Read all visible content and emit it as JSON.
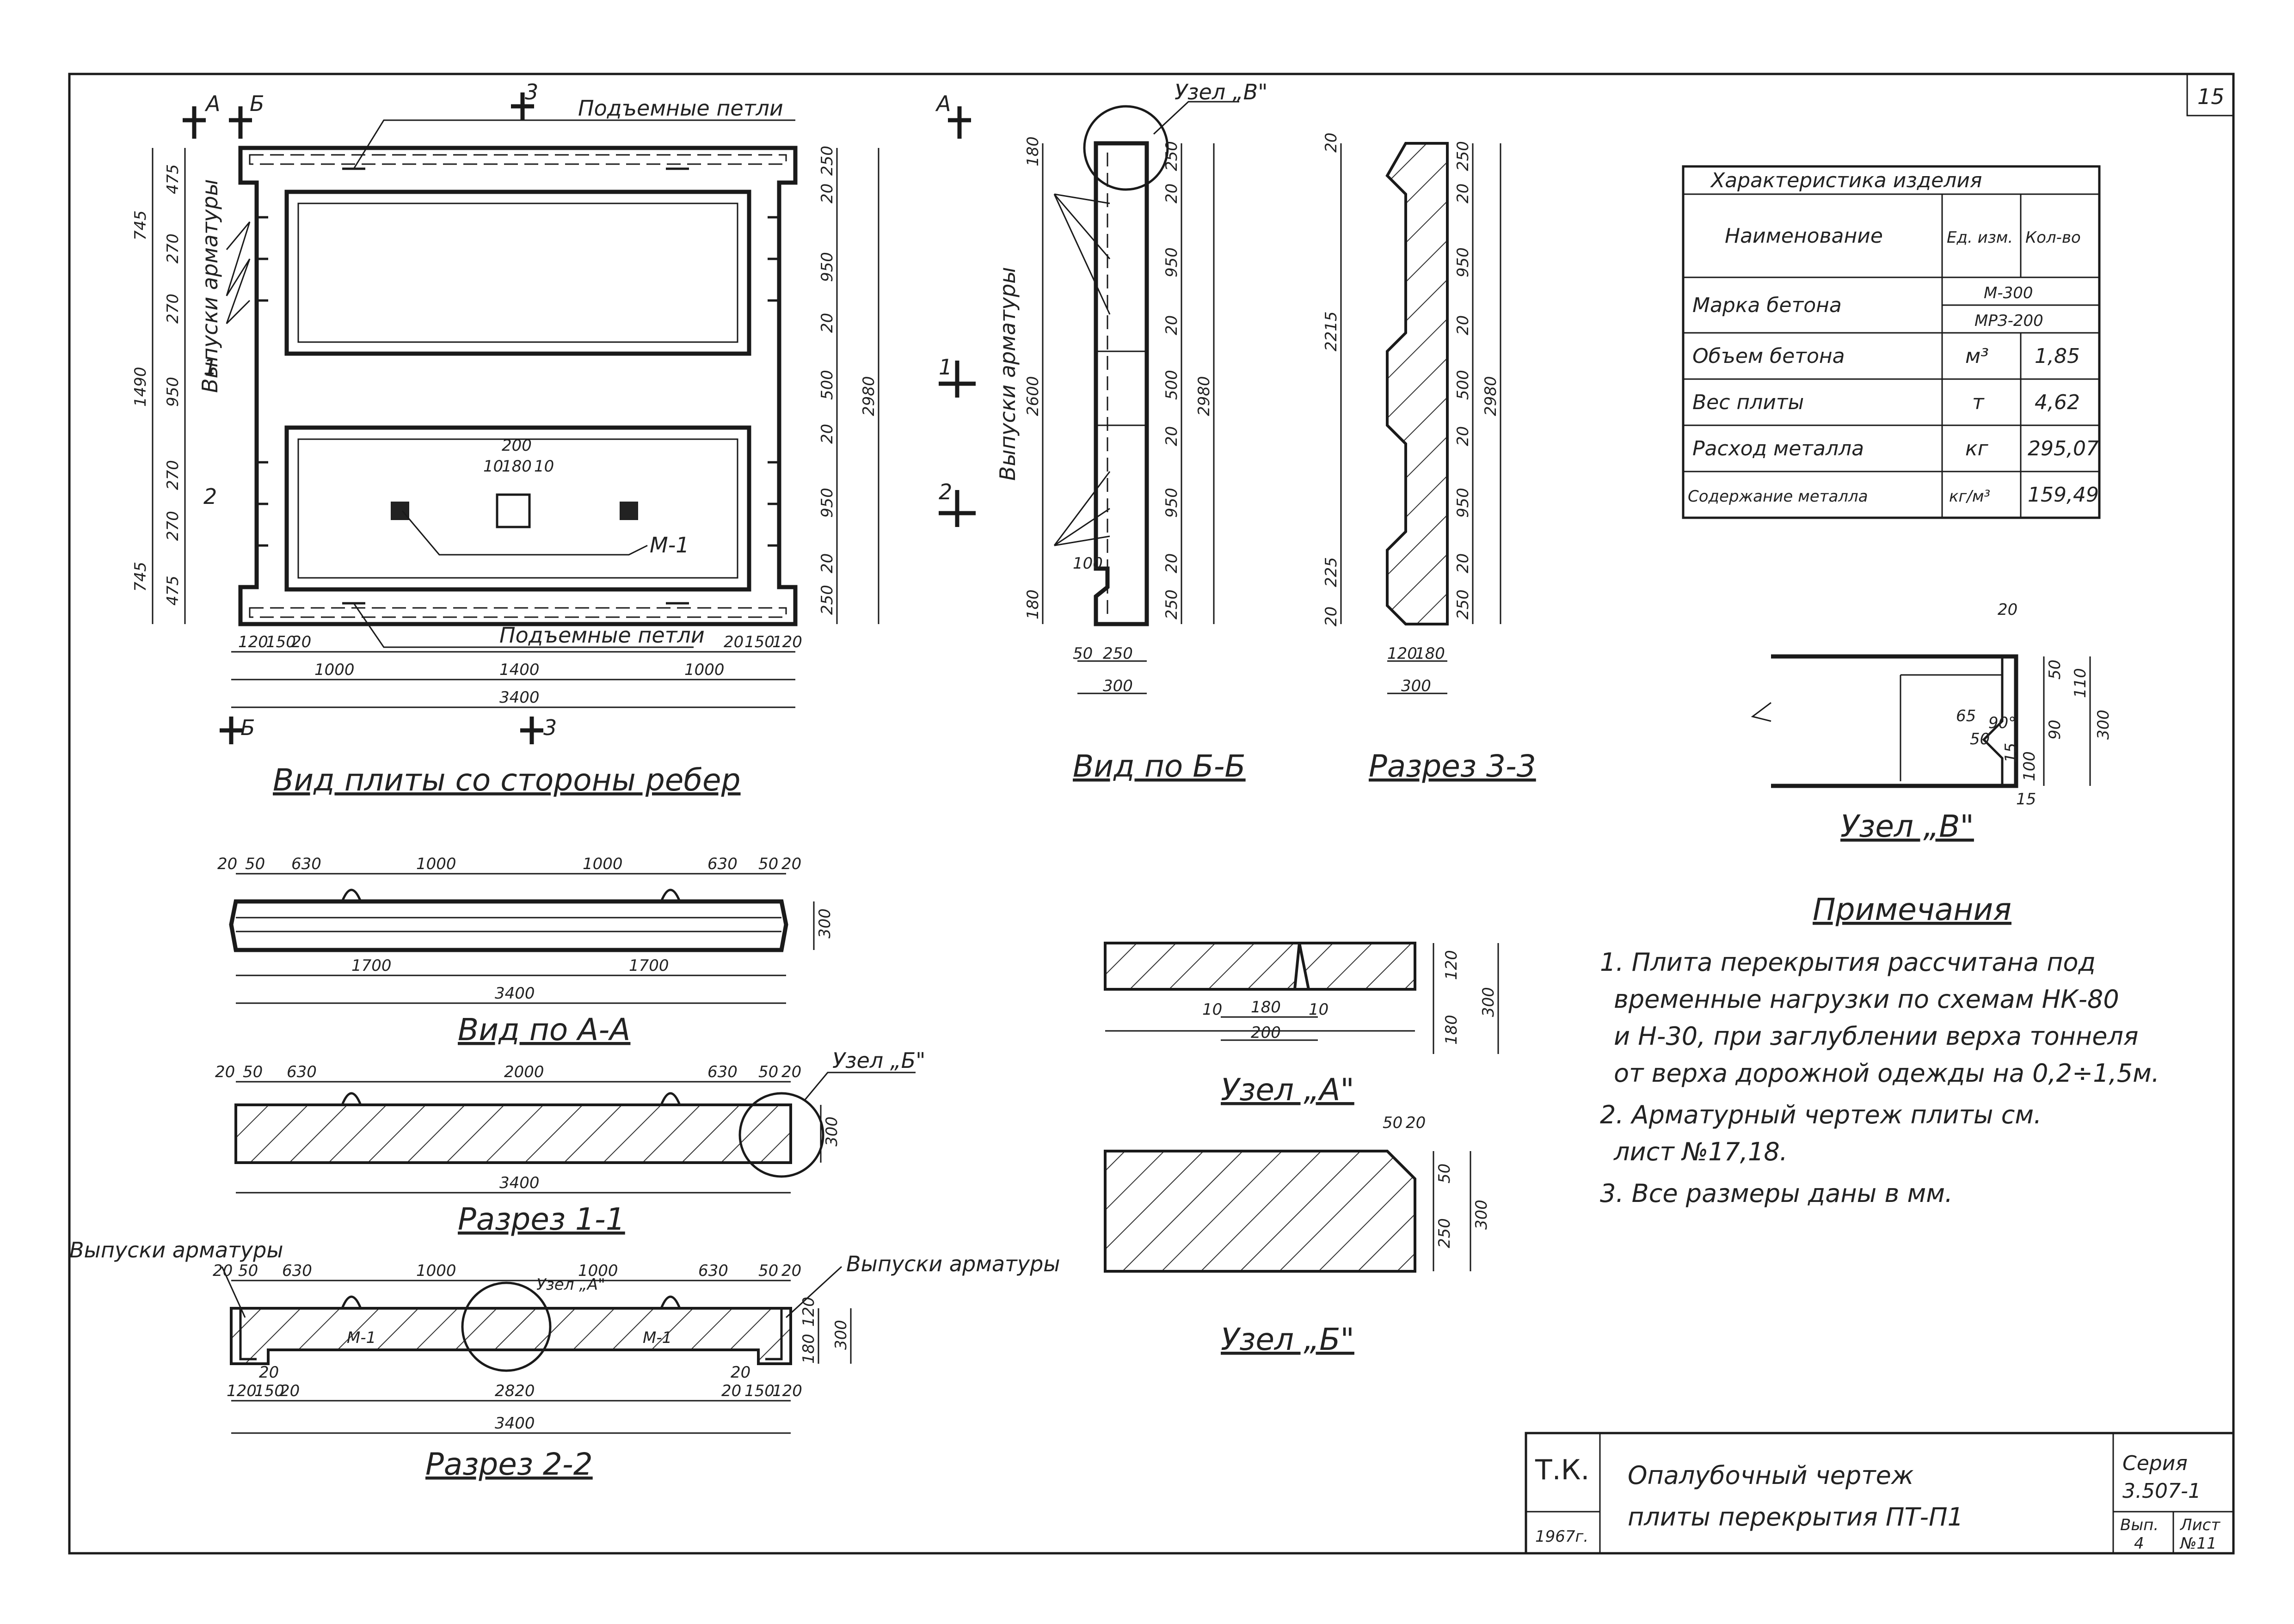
{
  "sheet_number": "15",
  "views": {
    "main_view": {
      "title": "Вид плиты со стороны ребер",
      "lifting_loops_top": "Подъемные петли",
      "lifting_loops_bottom": "Подъемные петли",
      "rebar_outlets": "Выпуски арматуры",
      "embedded_part": "М-1",
      "section_marks": [
        "А",
        "Б",
        "3",
        "1",
        "2",
        "Б",
        "3"
      ],
      "dims_left": [
        "745",
        "1490",
        "745",
        "475",
        "270",
        "270",
        "950",
        "270",
        "270",
        "475"
      ],
      "dims_right": [
        "250",
        "20",
        "950",
        "20",
        "500",
        "20",
        "950",
        "20",
        "250",
        "2980"
      ],
      "dims_bottom": [
        "120",
        "150",
        "20",
        "20",
        "150",
        "120",
        "1000",
        "1400",
        "1000",
        "3400"
      ],
      "dims_embedded": [
        "200",
        "10",
        "180",
        "10"
      ]
    },
    "view_b": {
      "title": "Вид по Б-Б",
      "node_ref": "Узел „В\"",
      "rebar_outlets": "Выпуски арматуры",
      "dims": [
        "180",
        "2600",
        "100",
        "180",
        "250",
        "20",
        "950",
        "20",
        "500",
        "20",
        "950",
        "20",
        "250",
        "2980",
        "50",
        "250",
        "300"
      ]
    },
    "section_3": {
      "title": "Разрез 3-3",
      "dims": [
        "20",
        "2215",
        "225",
        "20",
        "250",
        "20",
        "950",
        "20",
        "500",
        "20",
        "950",
        "20",
        "250",
        "2980",
        "120",
        "180",
        "300"
      ]
    },
    "view_a": {
      "title": "Вид по А-А",
      "dims_top": [
        "20",
        "50",
        "630",
        "1000",
        "1000",
        "630",
        "50",
        "20"
      ],
      "dims_bottom": [
        "1700",
        "1700",
        "3400"
      ],
      "height": "300"
    },
    "section_1": {
      "title": "Разрез 1-1",
      "node_ref": "Узел „Б\"",
      "dims_top": [
        "20",
        "50",
        "630",
        "2000",
        "630",
        "50",
        "20"
      ],
      "length": "3400",
      "height": "300"
    },
    "section_2": {
      "title": "Разрез 2-2",
      "rebar_left": "Выпуски арматуры",
      "rebar_right": "Выпуски арматуры",
      "node_ref": "Узел „А\"",
      "embedded_left": "М-1",
      "embedded_right": "М-1",
      "dims_top": [
        "20",
        "50",
        "630",
        "1000",
        "1000",
        "630",
        "50",
        "20"
      ],
      "dims_bottom": [
        "120",
        "150",
        "20",
        "20",
        "2820",
        "20",
        "20",
        "150",
        "120",
        "3400"
      ],
      "dims_right": [
        "180",
        "120",
        "300"
      ]
    },
    "node_a": {
      "title": "Узел „А\"",
      "dims": [
        "10",
        "180",
        "10",
        "200",
        "120",
        "180",
        "300"
      ]
    },
    "node_b": {
      "title": "Узел „Б\"",
      "dims": [
        "50",
        "20",
        "50",
        "250",
        "300"
      ]
    },
    "node_v": {
      "title": "Узел „В\"",
      "dims": [
        "20",
        "50",
        "110",
        "300",
        "65",
        "90°",
        "50",
        "15",
        "100",
        "90",
        "15"
      ]
    }
  },
  "characteristics_table": {
    "caption": "Характеристика изделия",
    "headers": [
      "Наименование",
      "Ед. изм.",
      "Кол-во"
    ],
    "rows": [
      {
        "name": "Марка бетона",
        "unit": "",
        "value": "М-300",
        "value2": "МРЗ-200"
      },
      {
        "name": "Объем бетона",
        "unit": "м³",
        "value": "1,85"
      },
      {
        "name": "Вес плиты",
        "unit": "т",
        "value": "4,62"
      },
      {
        "name": "Расход металла",
        "unit": "кг",
        "value": "295,07"
      },
      {
        "name": "Содержание металла",
        "unit": "кг/м³",
        "value": "159,49"
      }
    ]
  },
  "notes": {
    "title": "Примечания",
    "lines": [
      "1. Плита перекрытия рассчитана под",
      "временные нагрузки по схемам НК-80",
      "и Н-30, при заглублении верха тоннеля",
      "от верха дорожной одежды на 0,2÷1,5м.",
      "2. Арматурный чертеж плиты см.",
      "лист №17,18.",
      "3. Все размеры даны в мм."
    ]
  },
  "title_block": {
    "org": "Т.К.",
    "year": "1967г.",
    "title_line1": "Опалубочный чертеж",
    "title_line2": "плиты перекрытия ПТ-П1",
    "series_label": "Серия",
    "series_value": "3.507-1",
    "issue_label": "Вып.",
    "issue_value": "4",
    "sheet_label": "Лист",
    "sheet_value": "№11"
  }
}
